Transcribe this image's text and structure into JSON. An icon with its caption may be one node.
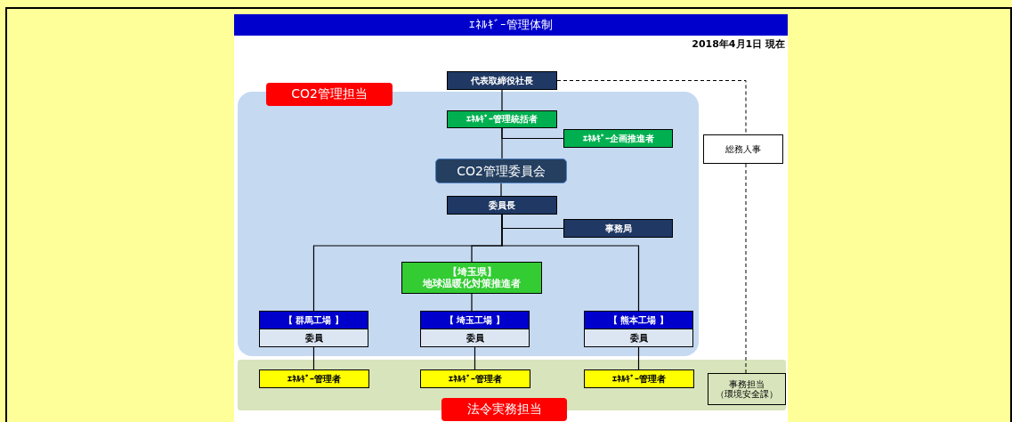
{
  "diagram": {
    "title": "ｴﾈﾙｷﾞｰ管理体制",
    "nodes": [
      {
        "text": [
          "CO2管理担当"
        ]
      },
      {
        "text": [
          "代表取締役社長"
        ]
      },
      {
        "text": [
          "ｴﾈﾙｷﾞｰ管理統括者"
        ],
        "in": 0
      },
      {
        "text": [
          "ｴﾈﾙｷﾞｰ企画推進者"
        ],
        "in": 0
      },
      {
        "text": [
          "CO2管理委員会"
        ],
        "in": 0
      },
      {
        "text": [
          "委員長"
        ],
        "in": 0
      },
      {
        "text": [
          "事務局"
        ],
        "in": 0
      },
      {
        "text": [
          "【埼玉県】",
          "地球温暖化対策推進者"
        ],
        "in": 0
      },
      {
        "text": [
          "【 群馬工場 】",
          "委員"
        ],
        "in": 0
      },
      {
        "text": [
          "【 埼玉工場 】",
          "委員"
        ],
        "in": 0
      },
      {
        "text": [
          "【 熊本工場 】",
          "委員"
        ],
        "in": 0
      },
      {
        "text": [
          "法令実務担当"
        ]
      },
      {
        "text": [
          "ｴﾈﾙｷﾞｰ管理者"
        ],
        "in": 11
      },
      {
        "text": [
          "ｴﾈﾙｷﾞｰ管理者"
        ],
        "in": 11
      },
      {
        "text": [
          "ｴﾈﾙｷﾞｰ管理者"
        ],
        "in": 11
      },
      {
        "text": [
          "事務担当",
          "（環境安全課）"
        ],
        "in": 11
      },
      {
        "text": [
          "総務人事"
        ]
      }
    ],
    "edges": [
      {
        "from": 1,
        "to": 2,
        "arrow": "none"
      },
      {
        "from": 2,
        "to": 3,
        "arrow": "none"
      },
      {
        "from": 2,
        "to": 4,
        "arrow": "none"
      },
      {
        "from": 4,
        "to": 5,
        "arrow": "none"
      },
      {
        "from": 5,
        "to": 6,
        "arrow": "none"
      },
      {
        "from": 5,
        "to": 8,
        "arrow": "none"
      },
      {
        "from": 5,
        "to": 7,
        "arrow": "none"
      },
      {
        "from": 5,
        "to": 10,
        "arrow": "none"
      },
      {
        "from": 7,
        "to": 9,
        "arrow": "none"
      },
      {
        "from": 8,
        "to": 12,
        "arrow": "none"
      },
      {
        "from": 9,
        "to": 13,
        "arrow": "none"
      },
      {
        "from": 10,
        "to": 14,
        "arrow": "none"
      },
      {
        "from": 1,
        "to": 16,
        "arrow": "none",
        "style": "dashed"
      },
      {
        "from": 16,
        "to": 15,
        "arrow": "none",
        "style": "dashed"
      }
    ],
    "labels": [
      "2018年4月1日 現在"
    ]
  }
}
